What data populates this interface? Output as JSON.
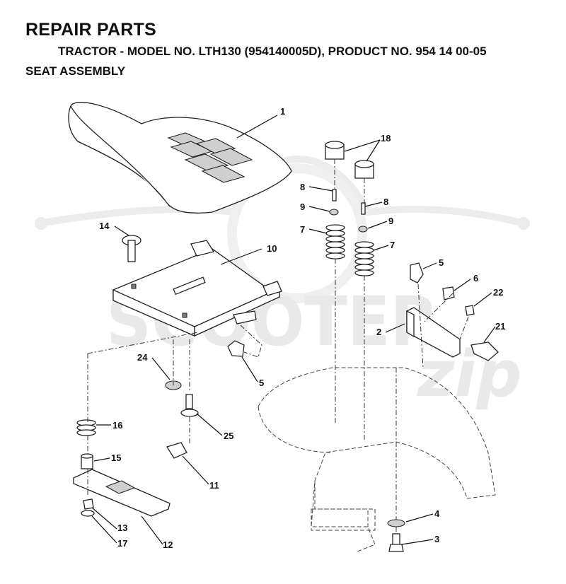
{
  "header": {
    "title": "REPAIR PARTS",
    "subtitle": "TRACTOR - MODEL NO. LTH130 (954140005D), PRODUCT NO. 954 14 00-05",
    "section": "SEAT ASSEMBLY"
  },
  "watermark": {
    "text": "SCOOTER",
    "script": "zip",
    "color": "#e9e9e9"
  },
  "callouts": {
    "c1": "1",
    "c18": "18",
    "c8a": "8",
    "c8b": "8",
    "c9a": "9",
    "c9b": "9",
    "c7a": "7",
    "c7b": "7",
    "c14": "14",
    "c10": "10",
    "c5a": "5",
    "c5b": "5",
    "c6": "6",
    "c22": "22",
    "c2": "2",
    "c21": "21",
    "c24": "24",
    "c16": "16",
    "c25": "25",
    "c15": "15",
    "c11": "11",
    "c13": "13",
    "c17": "17",
    "c12": "12",
    "c4": "4",
    "c3": "3"
  }
}
